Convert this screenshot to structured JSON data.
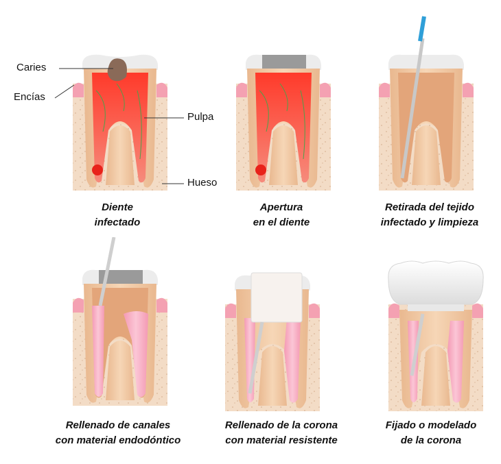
{
  "labels": {
    "caries": "Caries",
    "encias": "Encías",
    "pulpa": "Pulpa",
    "hueso": "Hueso"
  },
  "steps": [
    {
      "line1": "Diente",
      "line2": "infectado"
    },
    {
      "line1": "Apertura",
      "line2": "en el diente"
    },
    {
      "line1": "Retirada del tejido",
      "line2": "infectado y limpieza"
    },
    {
      "line1": "Rellenado de canales",
      "line2": "con material endodóntico"
    },
    {
      "line1": "Rellenado de la corona",
      "line2": "con material resistente"
    },
    {
      "line1": "Fijado o modelado",
      "line2": "de la corona"
    }
  ],
  "colors": {
    "bone": "#f3dcc6",
    "gum": "#f4a1b2",
    "dentin": "#f0c8a2",
    "enamel": "#eeeeee",
    "infection": "#e8322a",
    "filling": "#f5a8bf",
    "temp_filling": "#b9b9b9",
    "crown": "#f7f7f7"
  }
}
